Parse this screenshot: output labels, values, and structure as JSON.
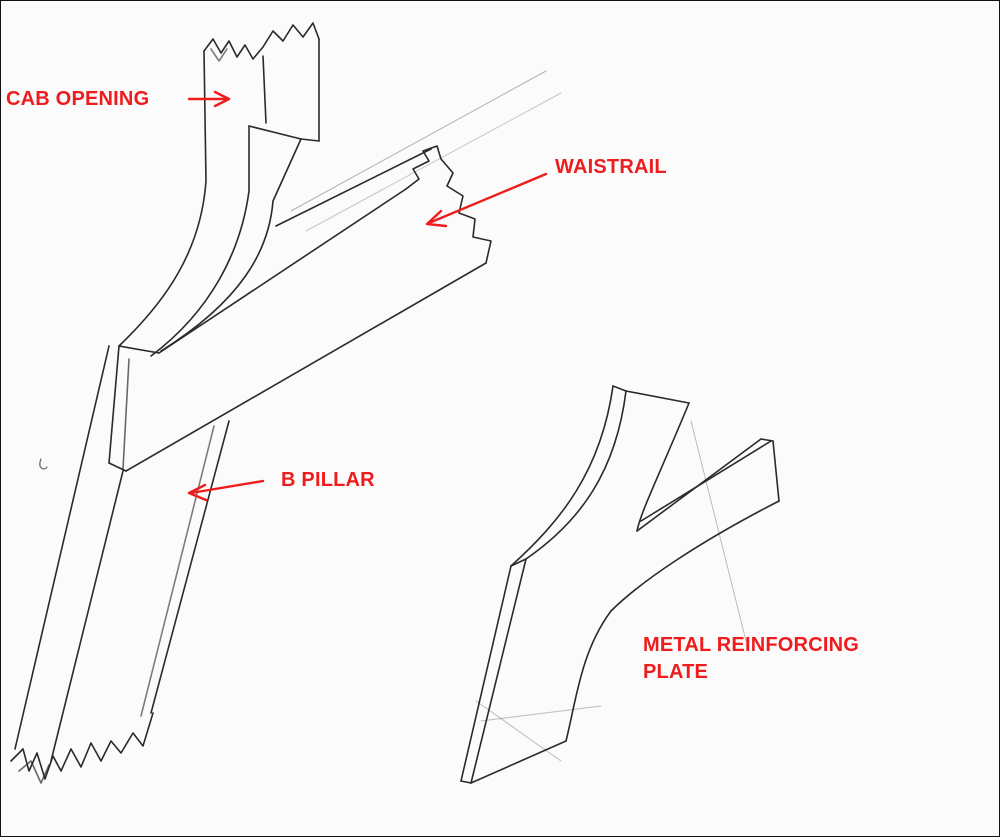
{
  "labels": {
    "cab_opening": "CAB OPENING",
    "waistrail": "WAISTRAIL",
    "b_pillar": "B PILLAR",
    "reinforcing_plate_line1": "METAL REINFORCING",
    "reinforcing_plate_line2": "PLATE"
  },
  "colors": {
    "label": "#ee1c1c",
    "pencil": "#2a2a2a",
    "paper": "#fbfbfb"
  }
}
